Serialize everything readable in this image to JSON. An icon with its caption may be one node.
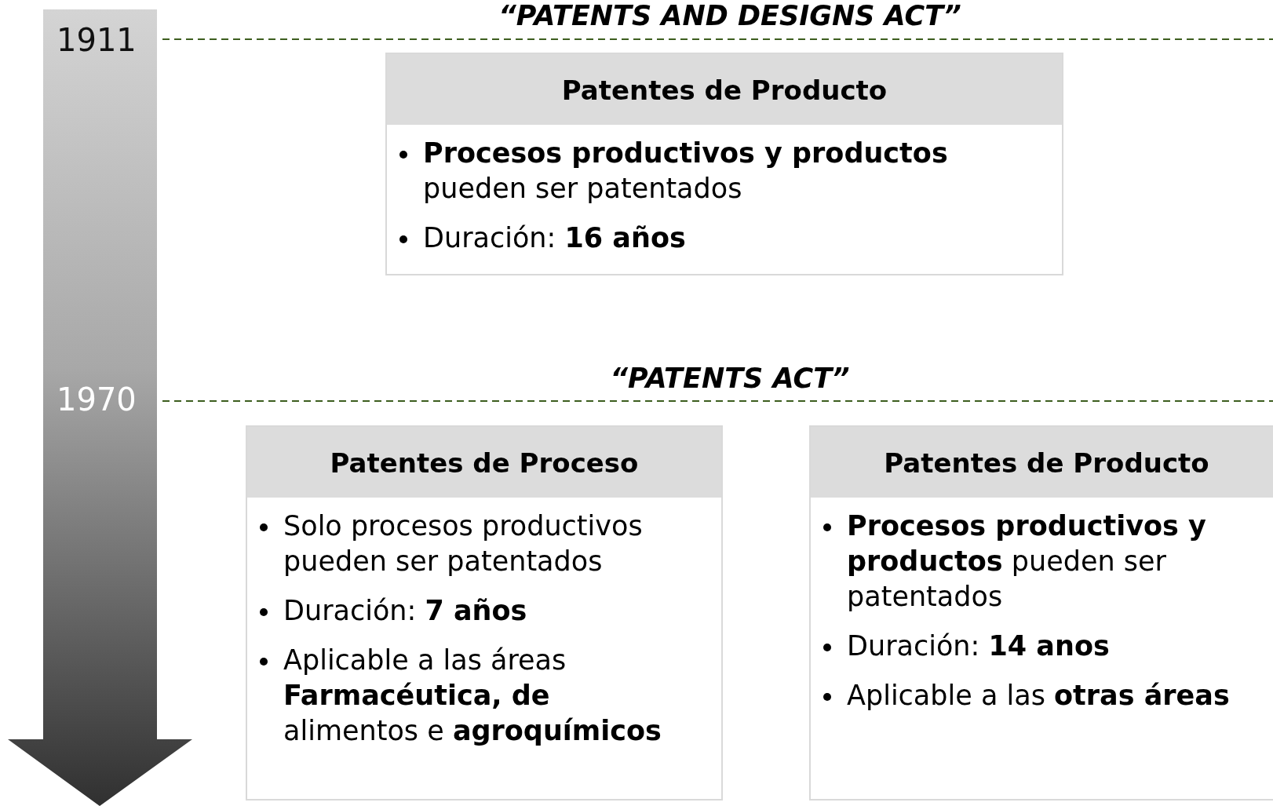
{
  "diagram": {
    "nodes": [
      {
        "text": [
          "Patentes de Producto",
          "**Procesos productivos y productos** pueden ser patentados",
          "Duración: **16 años**"
        ]
      },
      {
        "text": [
          "Patentes de Proceso",
          "Solo procesos productivos pueden ser patentados",
          "Duración: **7 años**",
          "Aplicable a las áreas **Farmacéutica, de** alimentos e **agroquímicos**"
        ]
      },
      {
        "text": [
          "Patentes de Producto",
          "**Procesos productivos y productos** pueden ser patentados",
          "Duración: **14 anos**",
          "Aplicable a las **otras áreas**"
        ]
      }
    ],
    "labels": [
      "1911",
      "“PATENTS AND DESIGNS ACT”",
      "1970",
      "“PATENTS ACT”"
    ]
  }
}
